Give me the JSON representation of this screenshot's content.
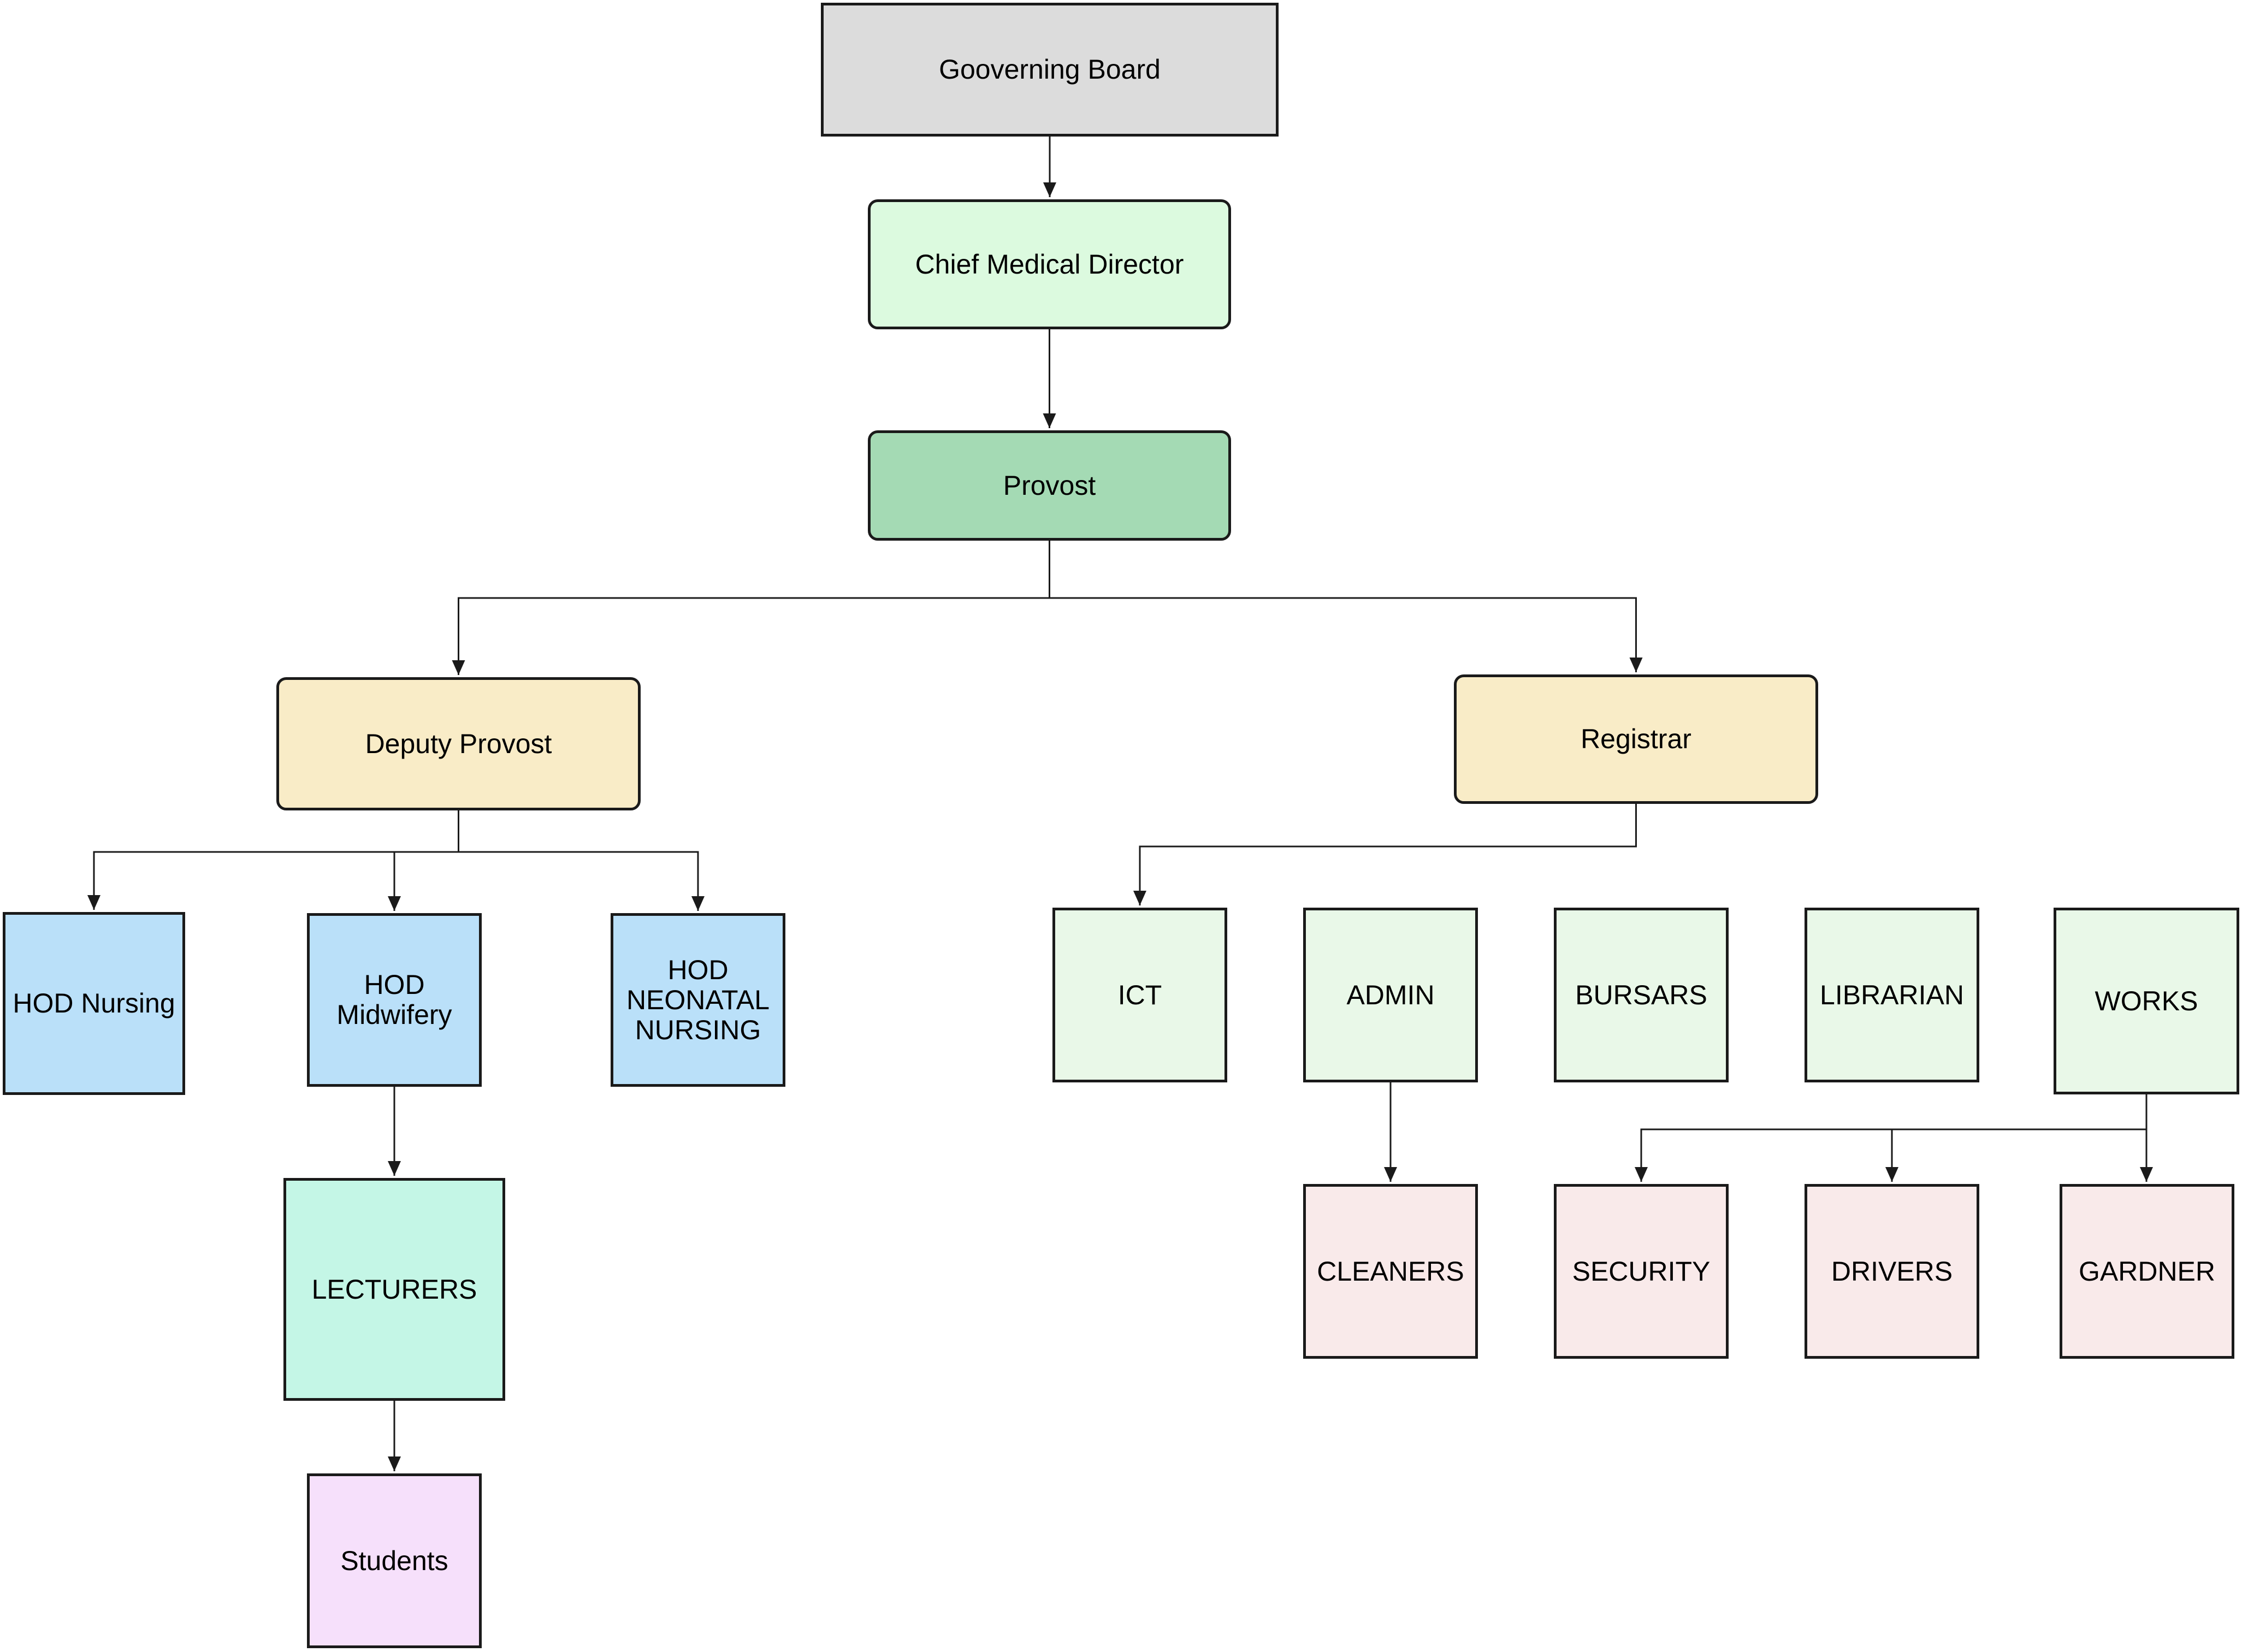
{
  "nodes": {
    "governing_board": "Gooverning Board",
    "chief_medical_director": "Chief Medical Director",
    "provost": "Provost",
    "deputy_provost": "Deputy Provost",
    "registrar": "Registrar",
    "hod_nursing": "HOD Nursing",
    "hod_midwifery": "HOD\nMidwifery",
    "hod_neonatal_nursing": "HOD\nNEONATAL\nNURSING",
    "lecturers": "LECTURERS",
    "students": "Students",
    "ict": "ICT",
    "admin": "ADMIN",
    "bursars": "BURSARS",
    "librarian": "LIBRARIAN",
    "works": "WORKS",
    "cleaners": "CLEANERS",
    "security": "SECURITY",
    "drivers": "DRIVERS",
    "gardner": "GARDNER"
  },
  "edges": [
    [
      "governing_board",
      "chief_medical_director"
    ],
    [
      "chief_medical_director",
      "provost"
    ],
    [
      "provost",
      "deputy_provost"
    ],
    [
      "provost",
      "registrar"
    ],
    [
      "deputy_provost",
      "hod_nursing"
    ],
    [
      "deputy_provost",
      "hod_midwifery"
    ],
    [
      "deputy_provost",
      "hod_neonatal_nursing"
    ],
    [
      "hod_midwifery",
      "lecturers"
    ],
    [
      "lecturers",
      "students"
    ],
    [
      "registrar",
      "ict"
    ],
    [
      "admin",
      "cleaners"
    ],
    [
      "works",
      "security"
    ],
    [
      "works",
      "drivers"
    ],
    [
      "works",
      "gardner"
    ]
  ],
  "colors": {
    "line": "#1a1a1a",
    "board": "#dcdcdc",
    "director": "#dcfadf",
    "provost": "#a4dab4",
    "deputy_registrar": "#f9ecc7",
    "hod": "#bae0f9",
    "lecturers": "#c4f6e6",
    "students": "#f6e0fb",
    "registrar_units": "#e9f8e8",
    "support_staff": "#f9eaea"
  }
}
